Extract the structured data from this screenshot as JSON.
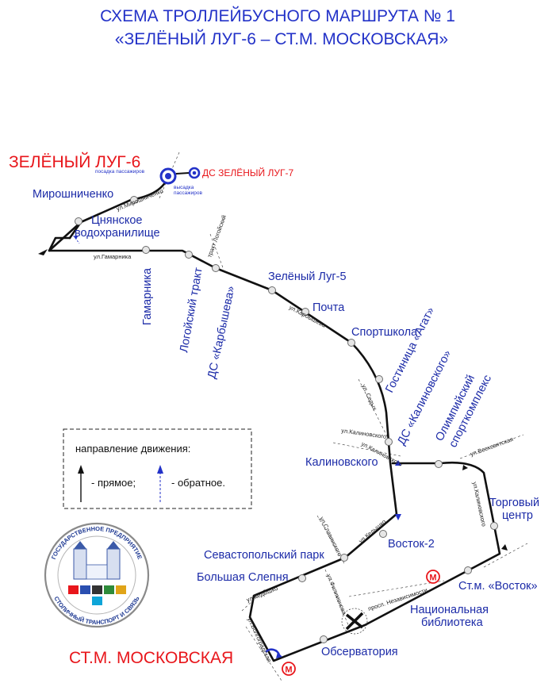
{
  "title": {
    "line1": "СХЕМА ТРОЛЛЕЙБУСНОГО МАРШРУТА № 1",
    "line2": "«ЗЕЛЁНЫЙ ЛУГ-6 – СТ.М. МОСКОВСКАЯ»"
  },
  "terminals": {
    "north": "ЗЕЛЁНЫЙ ЛУГ-6",
    "north_depot": "ДС ЗЕЛЁНЫЙ ЛУГ-7",
    "south": "СТ.М. МОСКОВСКАЯ",
    "boarding": "посадка пассажиров",
    "alighting_1": "высадка",
    "alighting_2": "пассажиров"
  },
  "stops": {
    "miroshnichenko": "Мирошниченко",
    "tsnyanskoe_1": "Цнянское",
    "tsnyanskoe_2": "водохранилище",
    "gamarnika": "Гамарника",
    "logoysky": "Логойский тракт",
    "karbysheva": "ДС «Карбышева»",
    "zeleny_lug_5": "Зелёный Луг-5",
    "pochta": "Почта",
    "sportshkola": "Спортшкола",
    "agat": "Гостиница «Агат»",
    "kalinovskogo_ds": "ДС «Калиновского»",
    "olimp_1": "Олимпийский",
    "olimp_2": "спорткомплекс",
    "kalinovskogo": "Калиновского",
    "torgovy_1": "Торговый",
    "torgovy_2": "центр",
    "vostok_2": "Восток-2",
    "sevastopol": "Севастопольский парк",
    "slepnya": "Большая Слепня",
    "st_vostok": "Ст.м. «Восток»",
    "library_1": "Национальная",
    "library_2": "библиотека",
    "observatoria": "Обсерватория"
  },
  "streets": {
    "miroshnichenko": "ул.Мирошниченко",
    "gamarnika": "ул.Гамарника",
    "logoysky": "тракт Логойский",
    "karbysheva": "ул.Карбышева",
    "sedykh": "ул. Седых",
    "kalinovskogo": "ул.Калиновского",
    "kalinovskogo_2": "ул.Калиновского",
    "vseslavskaya": "ул.Всехсвятская",
    "slavinskogo": "ул.Славинского",
    "kedyshko": "ул.Кедышко",
    "kedyshko_2": "ул.Кедышко",
    "filimonova": "ул.Филимонова",
    "nezavisimosti": "просп. Независимости",
    "volgogradskaya": "ул.Волгоградская"
  },
  "legend": {
    "heading": "направление движения:",
    "forward": "- прямое;",
    "reverse": "- обратное."
  },
  "logo": {
    "top_text": "ГОСУДАРСТВЕННОЕ ПРЕДПРИЯТИЕ",
    "bottom_text": "СТОЛИЧНЫЙ ТРАНСПОРТ И СВЯЗЬ"
  },
  "metro_symbol": "М",
  "colors": {
    "title_blue": "#2332c8",
    "terminal_red": "#e8161b",
    "route_black": "#111111",
    "metro_red": "#e8161b"
  }
}
